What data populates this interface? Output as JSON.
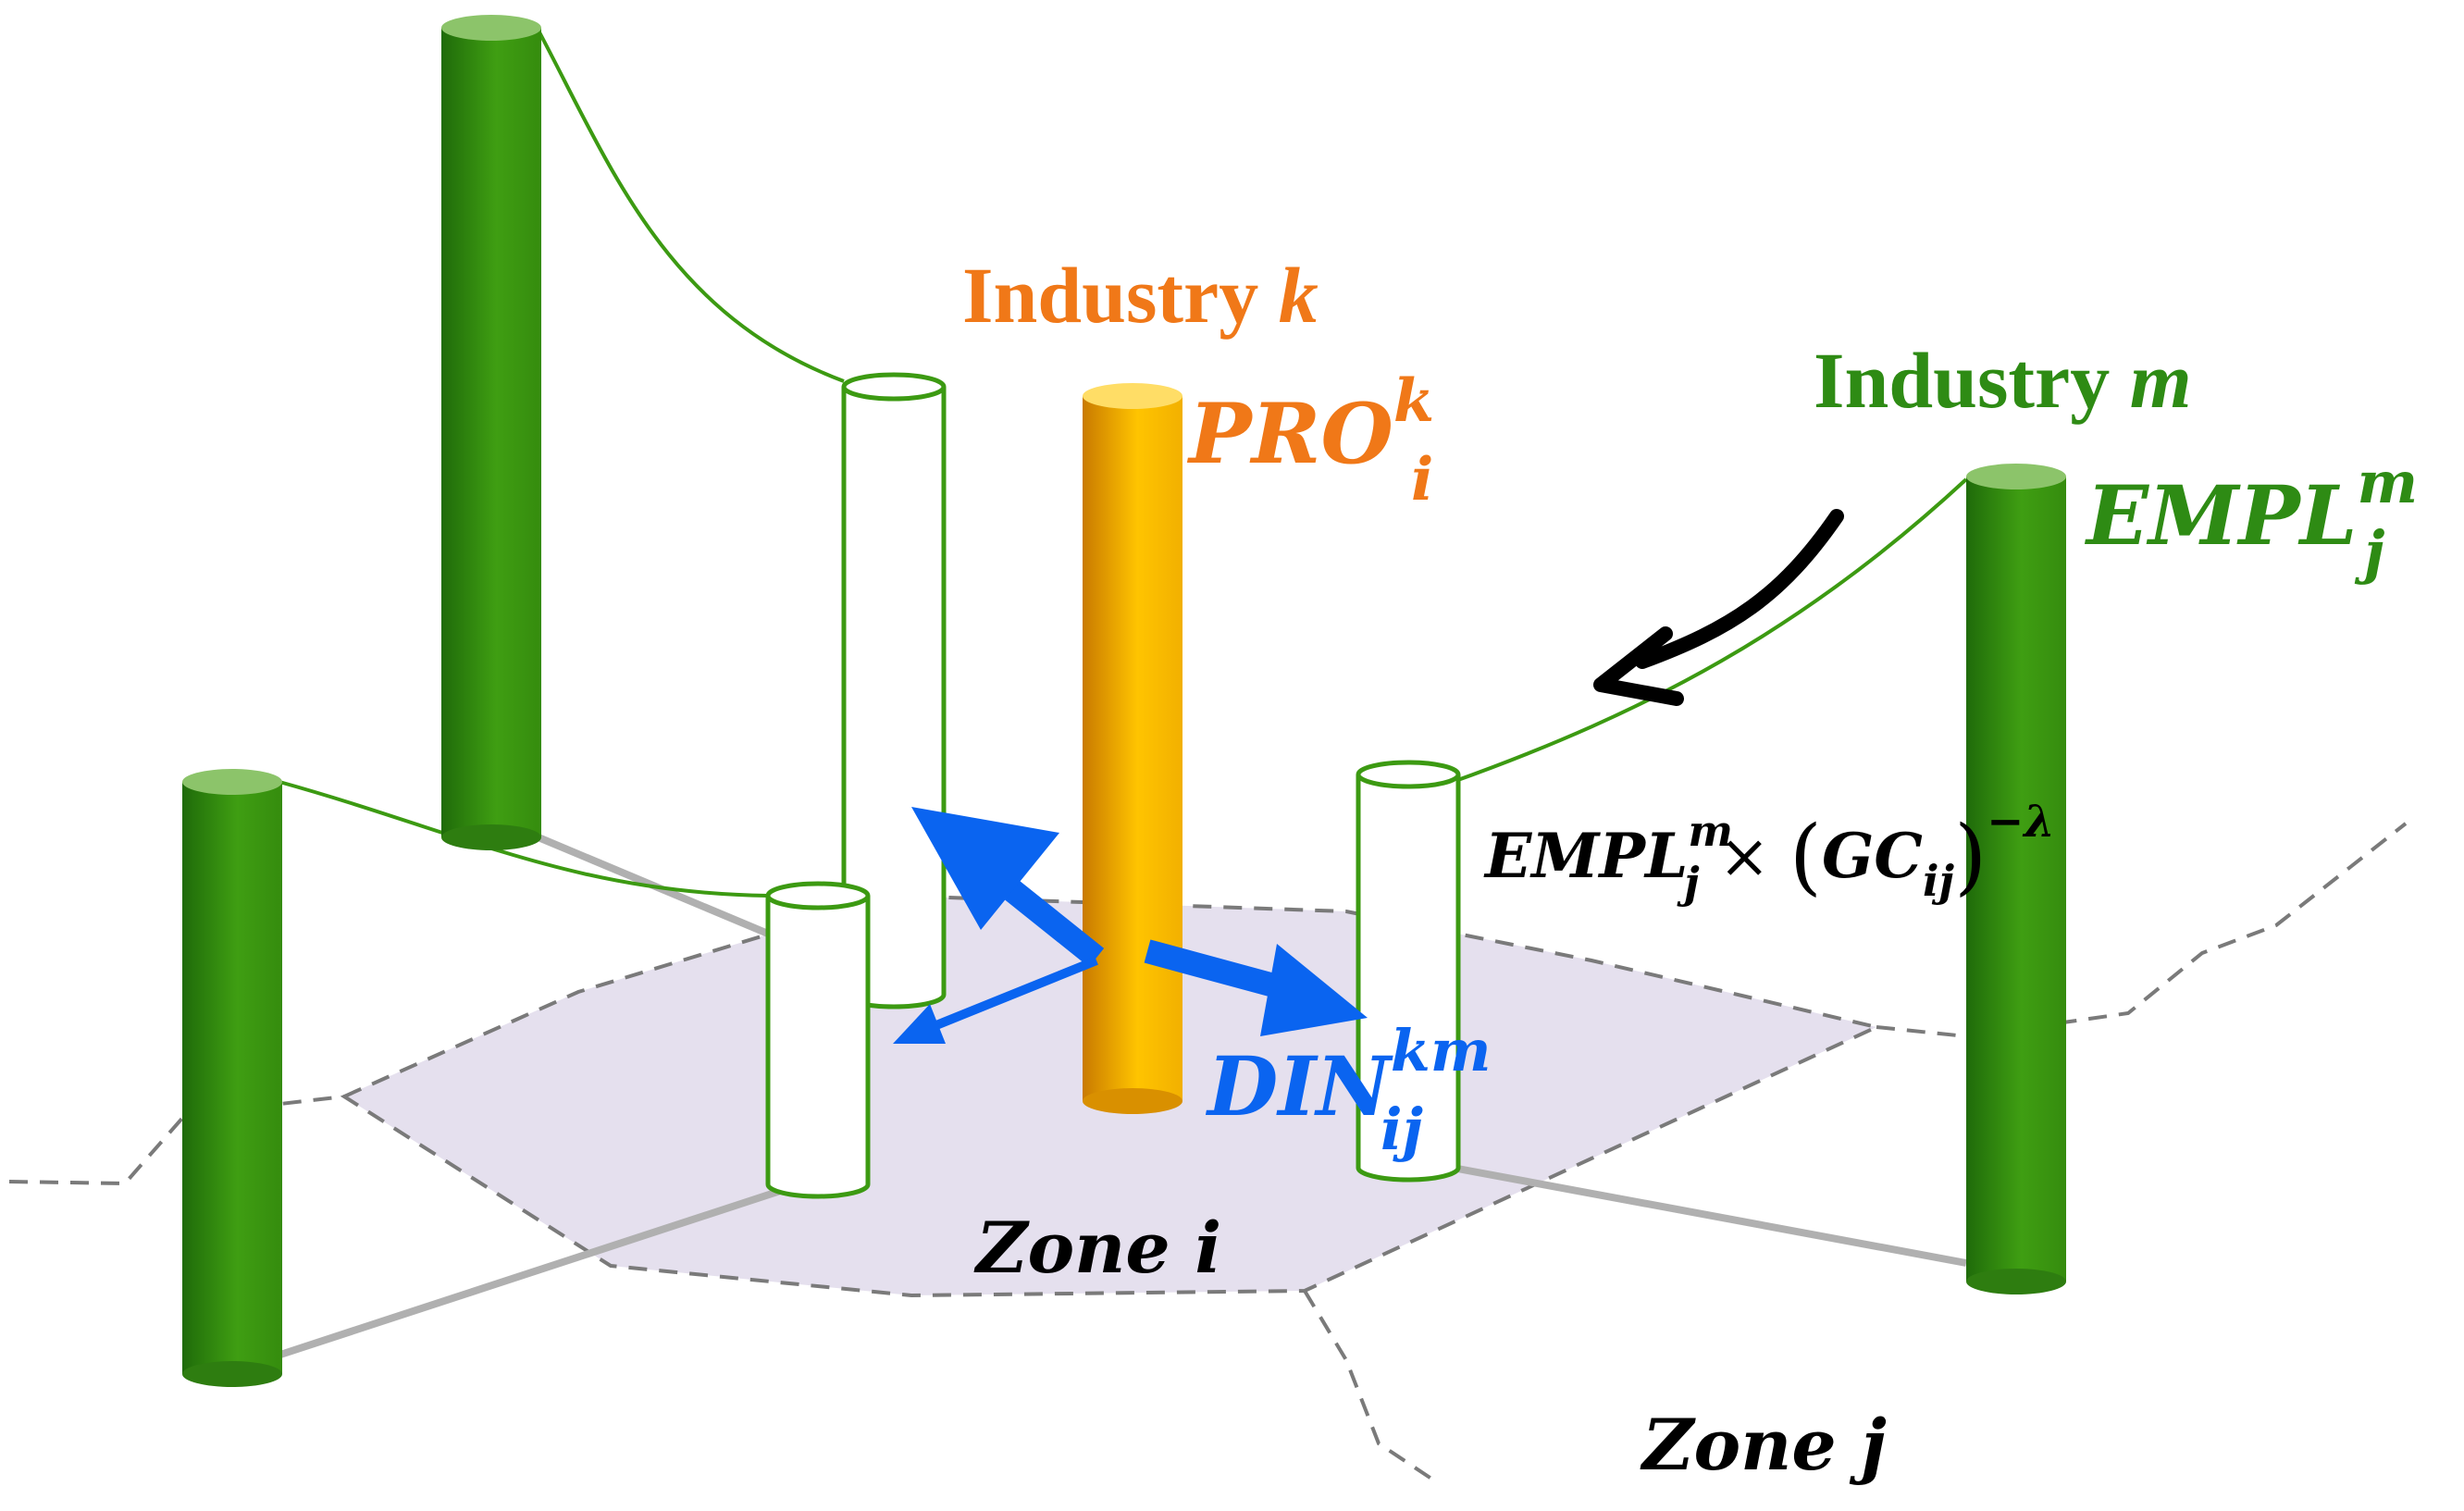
{
  "labels": {
    "industry_k_prefix": "Industry ",
    "industry_k_var": "k",
    "industry_m_prefix": "Industry ",
    "industry_m_var": "m",
    "pro_base": "PRO",
    "pro_sup": "k",
    "pro_sub": "i",
    "empl_base": "EMPL",
    "empl_sup": "m",
    "empl_sub": "j",
    "formula_base": "EMPL",
    "formula_sup": "m",
    "formula_sub": "j",
    "formula_times": " × ",
    "formula_lparen": "(",
    "formula_gc": "GC",
    "formula_gc_sub": "ij",
    "formula_rparen": ")",
    "formula_exp": "−λ",
    "din_base": "DIN",
    "din_sup": "km",
    "din_sub": "ij",
    "zone_i": "Zone i",
    "zone_j": "Zone j"
  },
  "colors": {
    "industry_k": "#f07818",
    "industry_m": "#2e8b14",
    "employment_pillar": "#3a9a10",
    "production_pillar": "#f5b800",
    "flow_arrow": "#0a64f0",
    "zone_fill": "#e5e0ee",
    "zone_border": "#7a7a7a",
    "connector": "#b0b0b0",
    "text_dark": "#000000"
  }
}
